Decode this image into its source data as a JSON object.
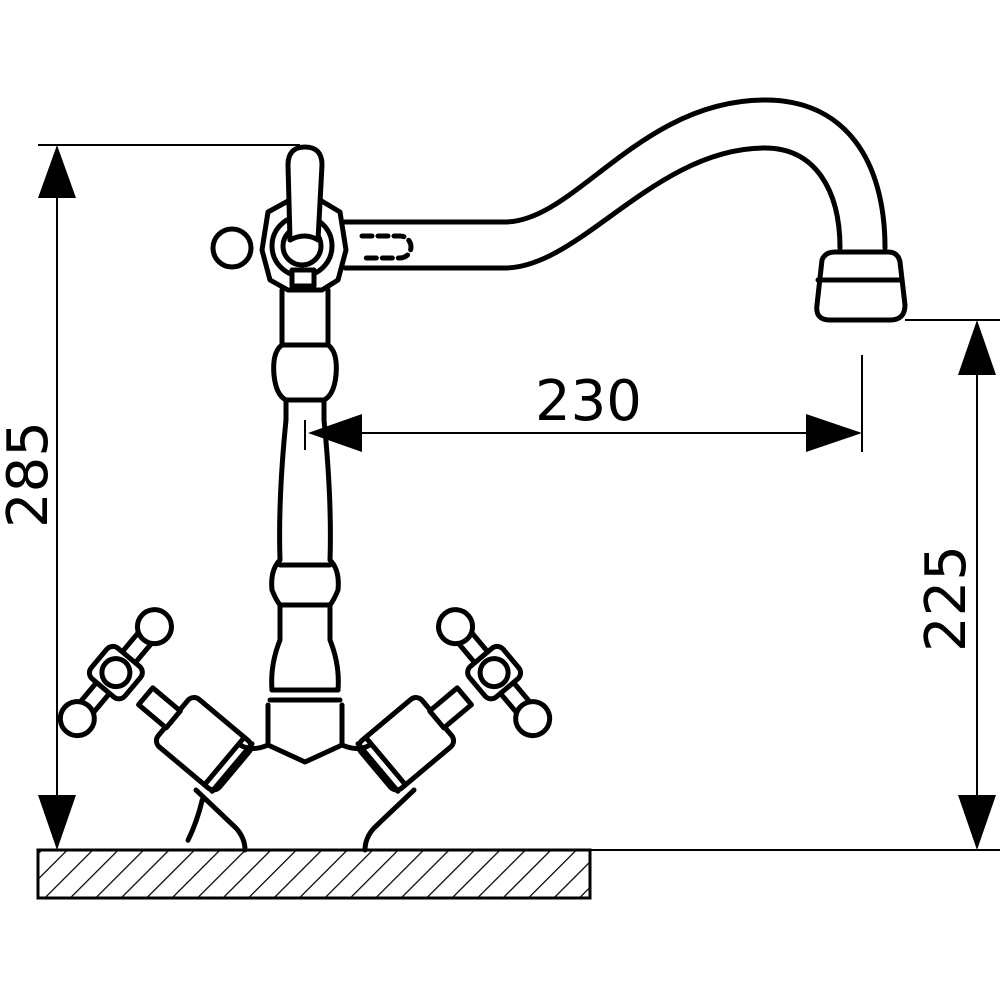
{
  "drawing": {
    "subject": "faucet-dimension-drawing",
    "dimensions": {
      "total_height": "285",
      "spout_reach": "230",
      "spout_height": "225"
    },
    "line_color": "#000000",
    "background": "#ffffff"
  }
}
